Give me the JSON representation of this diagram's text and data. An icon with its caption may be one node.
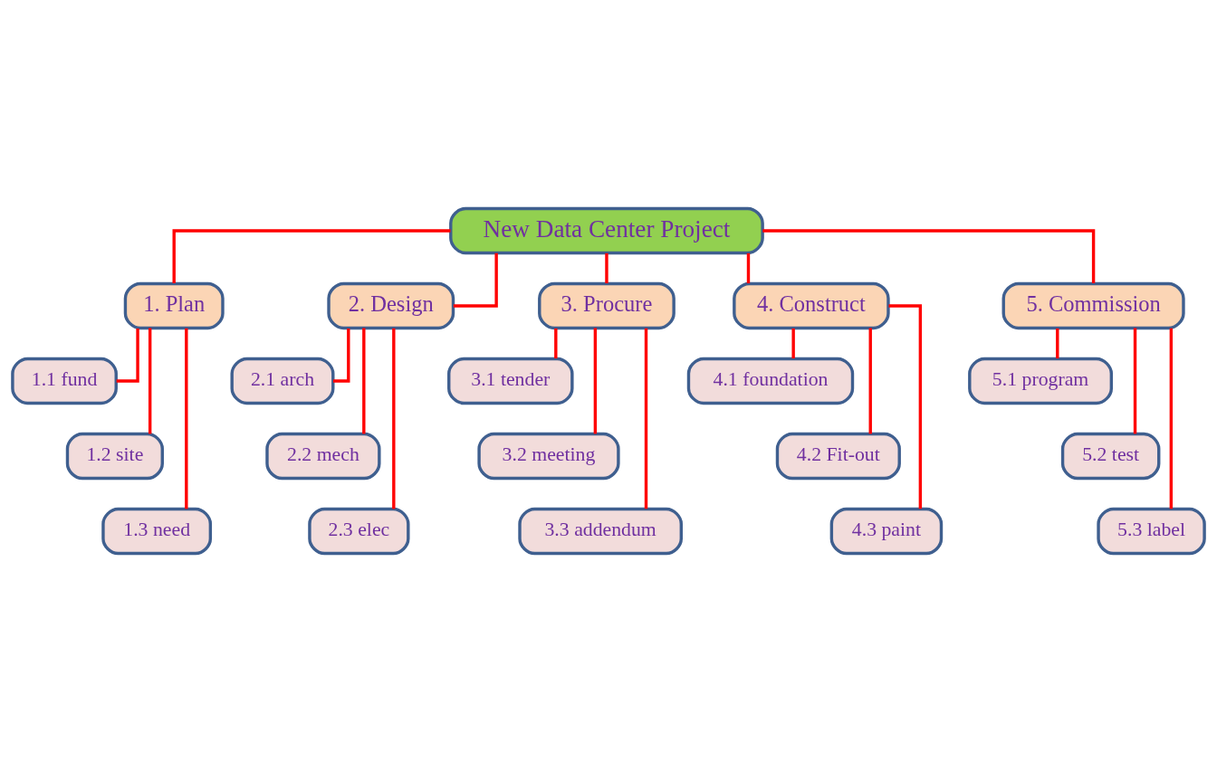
{
  "diagram": {
    "nodes": [
      {
        "text": [
          "New Data Center Project"
        ]
      },
      {
        "text": [
          "1. Plan"
        ]
      },
      {
        "text": [
          "2. Design"
        ]
      },
      {
        "text": [
          "3. Procure"
        ]
      },
      {
        "text": [
          "4. Construct"
        ]
      },
      {
        "text": [
          "5. Commission"
        ]
      },
      {
        "text": [
          "1.1 fund"
        ]
      },
      {
        "text": [
          "2.1 arch"
        ]
      },
      {
        "text": [
          "3.1 tender"
        ]
      },
      {
        "text": [
          "4.1 foundation"
        ]
      },
      {
        "text": [
          "5.1 program"
        ]
      },
      {
        "text": [
          "1.2 site"
        ]
      },
      {
        "text": [
          "2.2 mech"
        ]
      },
      {
        "text": [
          "3.2 meeting"
        ]
      },
      {
        "text": [
          "4.2 Fit-out"
        ]
      },
      {
        "text": [
          "5.2 test"
        ]
      },
      {
        "text": [
          "1.3 need"
        ]
      },
      {
        "text": [
          "2.3 elec"
        ]
      },
      {
        "text": [
          "3.3 addendum"
        ]
      },
      {
        "text": [
          "4.3 paint"
        ]
      },
      {
        "text": [
          "5.3 label"
        ]
      }
    ],
    "edges": [
      {
        "from": 0,
        "to": 1,
        "arrow": "none"
      },
      {
        "from": 0,
        "to": 2,
        "arrow": "none"
      },
      {
        "from": 0,
        "to": 3,
        "arrow": "none"
      },
      {
        "from": 0,
        "to": 4,
        "arrow": "none"
      },
      {
        "from": 0,
        "to": 5,
        "arrow": "none"
      },
      {
        "from": 1,
        "to": 6,
        "arrow": "none"
      },
      {
        "from": 1,
        "to": 11,
        "arrow": "none"
      },
      {
        "from": 1,
        "to": 16,
        "arrow": "none"
      },
      {
        "from": 2,
        "to": 7,
        "arrow": "none"
      },
      {
        "from": 2,
        "to": 12,
        "arrow": "none"
      },
      {
        "from": 2,
        "to": 17,
        "arrow": "none"
      },
      {
        "from": 3,
        "to": 8,
        "arrow": "none"
      },
      {
        "from": 3,
        "to": 13,
        "arrow": "none"
      },
      {
        "from": 3,
        "to": 18,
        "arrow": "none"
      },
      {
        "from": 4,
        "to": 9,
        "arrow": "none"
      },
      {
        "from": 4,
        "to": 14,
        "arrow": "none"
      },
      {
        "from": 4,
        "to": 19,
        "arrow": "none"
      },
      {
        "from": 5,
        "to": 10,
        "arrow": "none"
      },
      {
        "from": 5,
        "to": 15,
        "arrow": "none"
      },
      {
        "from": 5,
        "to": 20,
        "arrow": "none"
      }
    ]
  }
}
